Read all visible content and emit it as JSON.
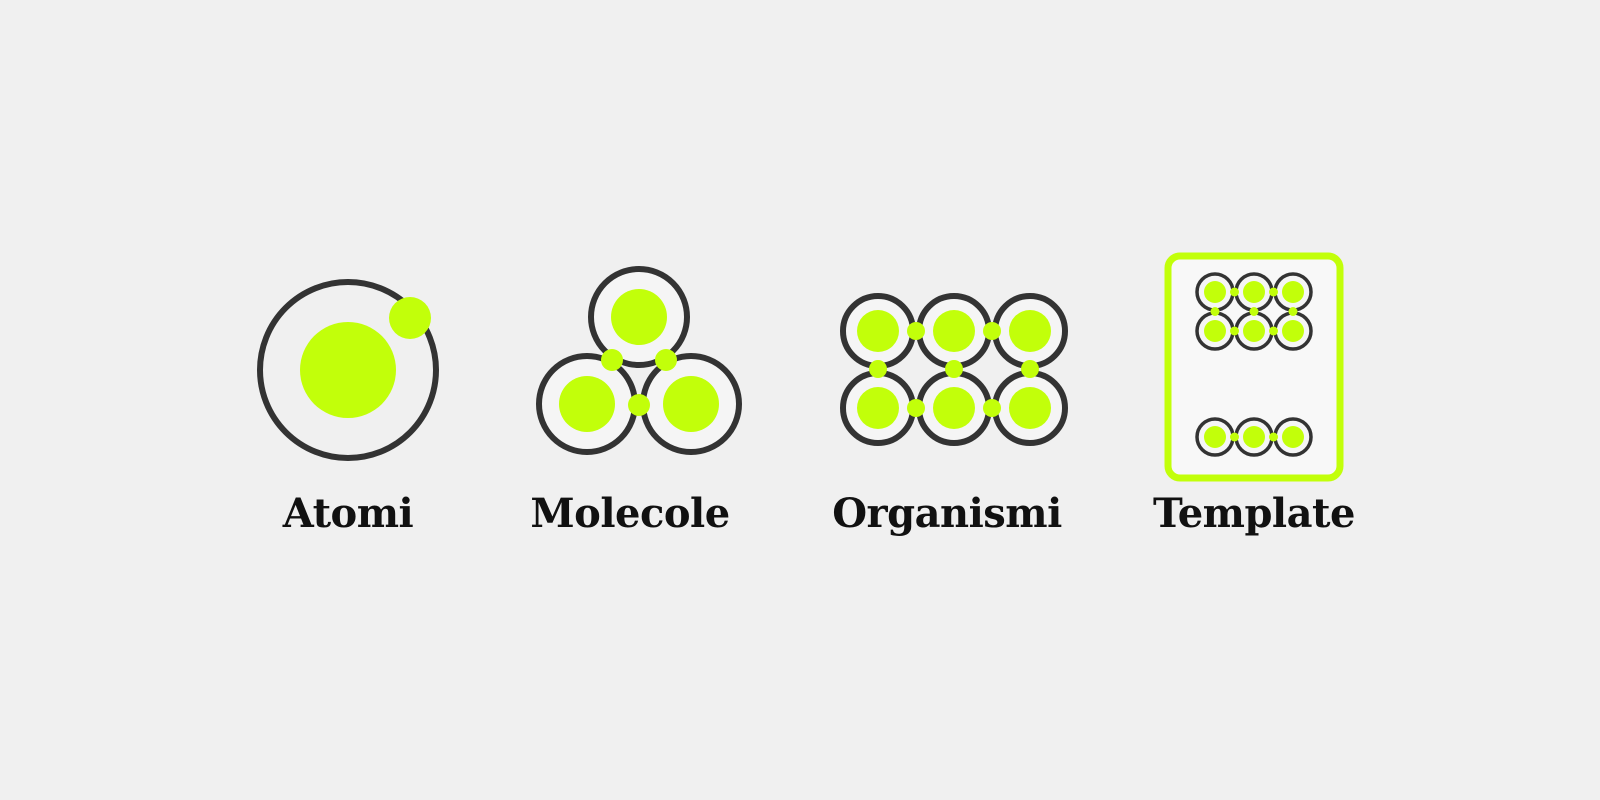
{
  "stages": [
    {
      "id": "atomi",
      "label": "Atomi",
      "icon": "atom-icon"
    },
    {
      "id": "molecole",
      "label": "Molecole",
      "icon": "molecule-icon"
    },
    {
      "id": "organismi",
      "label": "Organismi",
      "icon": "organism-icon"
    },
    {
      "id": "template",
      "label": "Template",
      "icon": "template-icon"
    }
  ],
  "colors": {
    "background": "#f0f0f0",
    "accent": "#c2ff0a",
    "outline": "#333333",
    "ring_fill": "#f5f5f5",
    "template_panel": "#f8f8f8",
    "text": "#111111"
  }
}
